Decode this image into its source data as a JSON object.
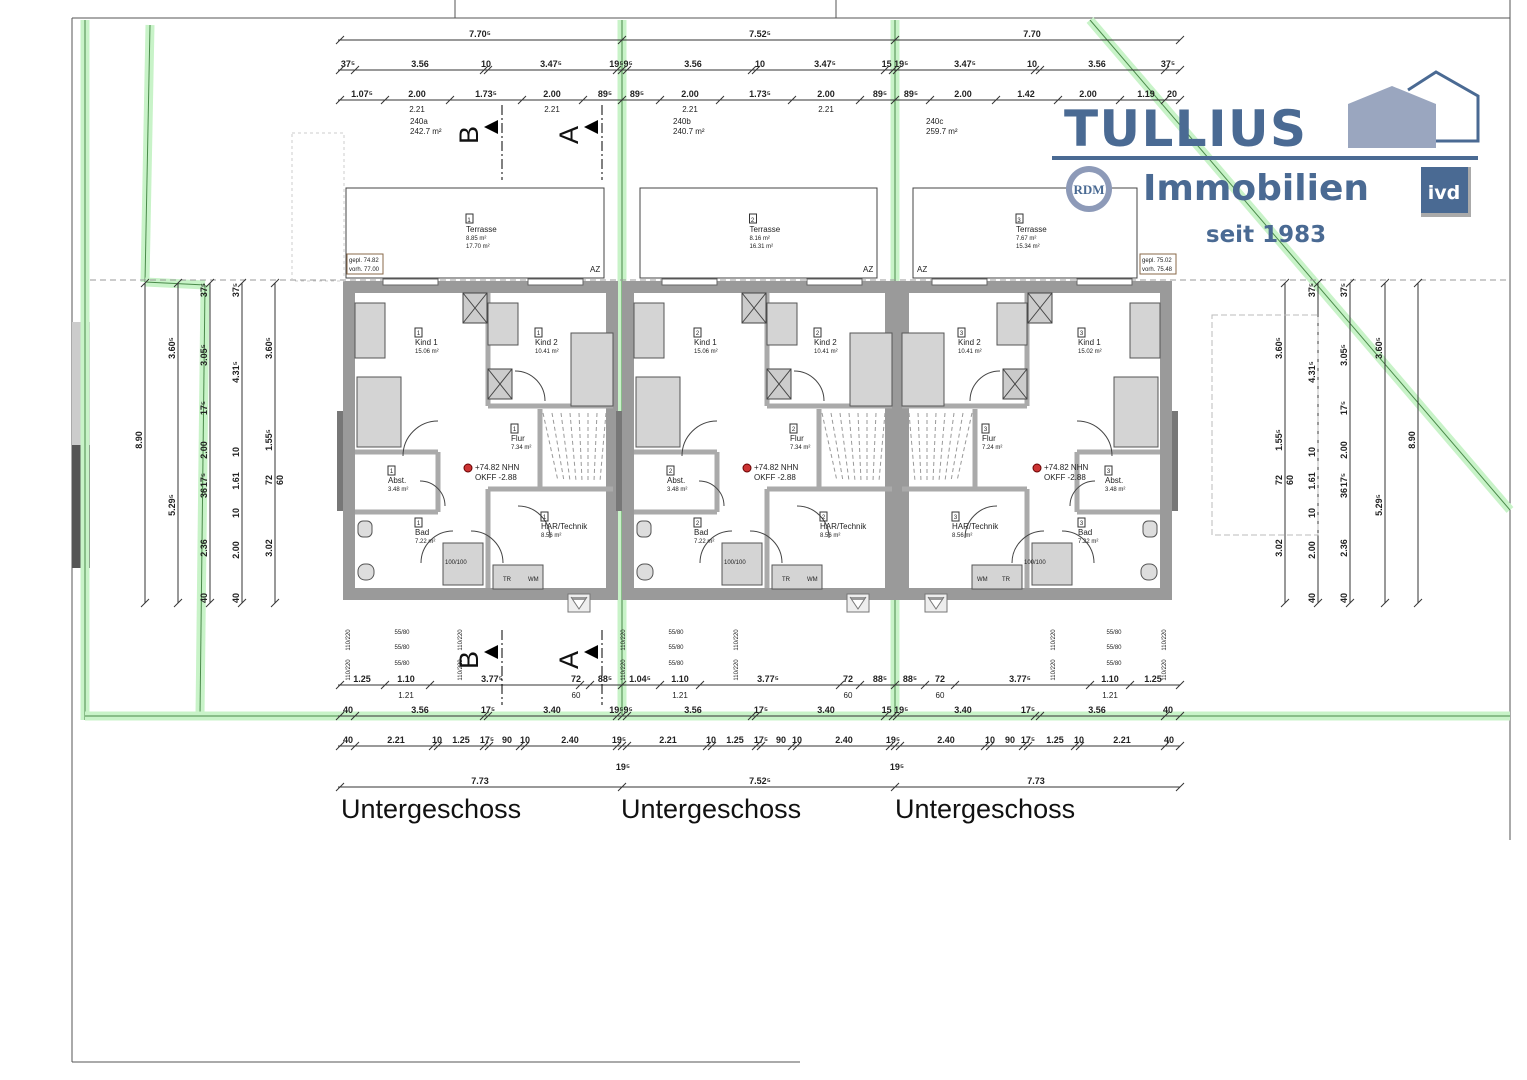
{
  "drawing": {
    "floor_title": "Untergeschoss",
    "plots": [
      {
        "id": "240a",
        "area": "242.7 m²"
      },
      {
        "id": "240b",
        "area": "240.7 m²"
      },
      {
        "id": "240c",
        "area": "259.7 m²"
      }
    ],
    "section_markers": [
      "B",
      "A"
    ],
    "level_marker": {
      "nhn": "+74.82 NHN",
      "okff": "OKFF -2.88"
    },
    "heights": [
      {
        "planned": "gepl. 74.82",
        "existing": "vorh. 77.00"
      },
      {
        "planned": "gepl. 75.02",
        "existing": "vorh. 75.48"
      }
    ],
    "window_labels": {
      "tall": "110/220",
      "small": "55/80",
      "az": "AZ"
    },
    "fixtures": {
      "shower": "100/100",
      "dryer": "TR",
      "washer": "WM"
    },
    "units": [
      {
        "number": "1",
        "rooms": {
          "kind1": [
            "Kind 1",
            "15.06 m²"
          ],
          "kind2": [
            "Kind 2",
            "10.41 m²"
          ],
          "flur": [
            "Flur",
            "7.34 m²"
          ],
          "abst": [
            "Abst.",
            "3.48 m²"
          ],
          "bad": [
            "Bad",
            "7.22 m²"
          ],
          "har": [
            "HAR/Technik",
            "8.56 m²"
          ]
        },
        "terrace": [
          "Terrasse",
          "8.85 m²",
          "17.70 m²"
        ]
      },
      {
        "number": "2",
        "rooms": {
          "kind1": [
            "Kind 1",
            "15.06 m²"
          ],
          "kind2": [
            "Kind 2",
            "10.41 m²"
          ],
          "flur": [
            "Flur",
            "7.34 m²"
          ],
          "abst": [
            "Abst.",
            "3.48 m²"
          ],
          "bad": [
            "Bad",
            "7.22 m²"
          ],
          "har": [
            "HAR/Technik",
            "8.56 m²"
          ]
        },
        "terrace": [
          "Terrasse",
          "8.16 m²",
          "16.31 m²"
        ]
      },
      {
        "number": "3",
        "rooms": {
          "kind1": [
            "Kind 1",
            "15.02 m²"
          ],
          "kind2": [
            "Kind 2",
            "10.41 m²"
          ],
          "flur": [
            "Flur",
            "7.24 m²"
          ],
          "abst": [
            "Abst.",
            "3.48 m²"
          ],
          "bad": [
            "Bad",
            "7.22 m²"
          ],
          "har": [
            "HAR/Technik",
            "8.56 m²"
          ]
        },
        "terrace": [
          "Terrasse",
          "7.67 m²",
          "15.34 m²"
        ]
      }
    ],
    "dims_top": [
      [
        "7.70⁵",
        "7.52⁵",
        "7.70"
      ],
      [
        "37⁵",
        "3.56",
        "10",
        "3.47⁵",
        "19⁵9⁵",
        "3.56",
        "10",
        "3.47⁵",
        "15 19⁵",
        "3.47⁵",
        "10",
        "3.56",
        "37⁵"
      ],
      [
        "1.07⁵",
        "2.00",
        "1.73⁵",
        "2.00",
        "89⁵",
        "89⁵",
        "2.00",
        "1.73⁵",
        "2.00",
        "89⁵",
        "89⁵",
        "2.00",
        "1.42",
        "2.00",
        "1.19",
        "20"
      ],
      [
        "2.21",
        "2.21",
        "2.21",
        "2.21"
      ]
    ],
    "dims_bottom": [
      [
        "1.25",
        "1.10",
        "3.77⁵",
        "72",
        "88⁵",
        "1.04⁵",
        "1.10",
        "3.77⁵",
        "72",
        "88⁵",
        "88⁵",
        "72",
        "3.77⁵",
        "1.10",
        "1.25"
      ],
      [
        "1.21",
        "60",
        "1.21",
        "60",
        "60",
        "1.21"
      ],
      [
        "40",
        "3.56",
        "17⁵",
        "3.40",
        "19⁵9⁵",
        "3.56",
        "17⁵",
        "3.40",
        "15 19⁵",
        "3.40",
        "17⁵",
        "3.56",
        "40"
      ],
      [
        "40",
        "2.21",
        "10",
        "1.25",
        "17⁵",
        "90",
        "10",
        "2.40",
        "19⁵",
        "2.21",
        "10",
        "1.25",
        "17⁵",
        "90",
        "10",
        "2.40",
        "19⁵",
        "2.40",
        "10",
        "90",
        "17⁵",
        "1.25",
        "10",
        "2.21",
        "40"
      ],
      [
        "19⁵",
        "19⁵"
      ],
      [
        "7.73",
        "7.52⁵",
        "7.73"
      ]
    ],
    "dims_left": [
      [
        "8.90"
      ],
      [
        "3.60⁵",
        "5.29⁵"
      ],
      [
        "37⁵",
        "3.05⁵",
        "17⁵",
        "2.00",
        "17⁵",
        "36",
        "2.36",
        "40"
      ],
      [
        "37⁵",
        "4.31⁵",
        "10",
        "1.61",
        "10",
        "2.00",
        "40"
      ],
      [
        "3.60⁵",
        "1.55⁵",
        "72",
        "60",
        "3.02"
      ]
    ],
    "dims_right": [
      [
        "3.02",
        "72",
        "60",
        "1.55⁵",
        "3.60⁵"
      ],
      [
        "40",
        "2.00",
        "10",
        "1.61",
        "10",
        "4.31⁵",
        "37⁵"
      ],
      [
        "40",
        "2.36",
        "36",
        "17⁵",
        "2.00",
        "17⁵",
        "3.05⁵",
        "37⁵"
      ],
      [
        "5.29⁵",
        "3.60⁵"
      ],
      [
        "8.90"
      ]
    ]
  },
  "logo": {
    "brand": "TULLIUS",
    "subtitle": "Immobilien",
    "since": "seit 1983",
    "badge_left": "RDM",
    "badge_right": "ivd",
    "color": "#4a6a93",
    "house_color": "#9aa6bf"
  }
}
